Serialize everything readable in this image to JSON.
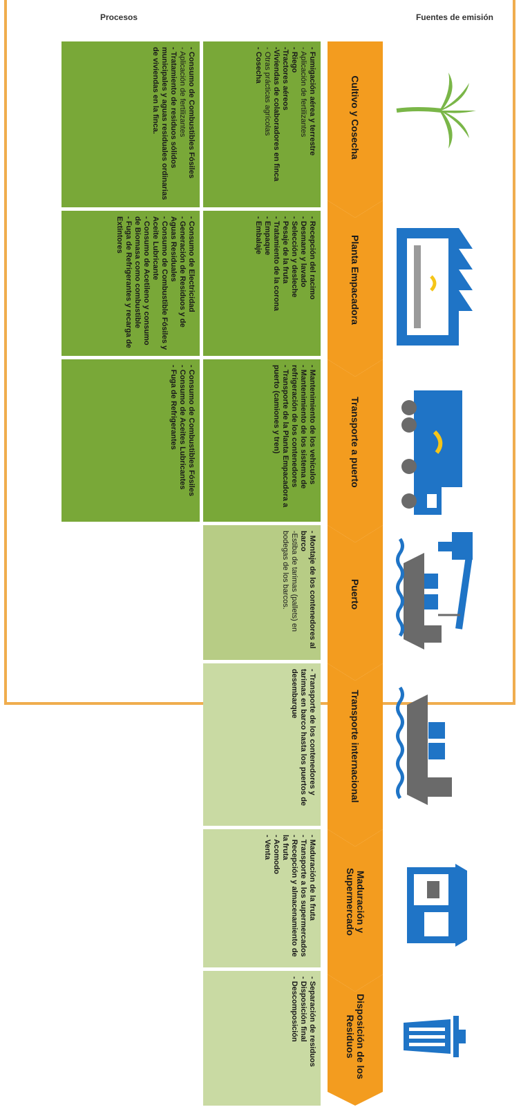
{
  "headers": {
    "fuentes": "Fuentes de emisión",
    "procesos": "Procesos"
  },
  "colors": {
    "arrow": "#f39c1f",
    "dark_green": "#79a838",
    "light_green": "#b7cc85",
    "frame": "#f0ad4e",
    "icon_blue": "#1f74c6",
    "icon_green": "#7ab648",
    "icon_gray": "#6a6a6a"
  },
  "stages": [
    {
      "label": "Cultivo y Cosecha",
      "icon": "palm-tree-icon"
    },
    {
      "label": "Planta Empacadora",
      "icon": "packing-plant-icon"
    },
    {
      "label": "Transporte a puerto",
      "icon": "truck-icon"
    },
    {
      "label": "Puerto",
      "icon": "port-crane-icon"
    },
    {
      "label": "Transporte internacional",
      "icon": "cargo-ship-icon"
    },
    {
      "label": "Maduración y Supermercado",
      "icon": "supermarket-icon"
    },
    {
      "label": "Disposición de los Residuos",
      "icon": "trash-can-icon"
    }
  ],
  "procesos": [
    [
      "- Fumigación aérea y terrestre",
      "- Aplicación de fertilizantes",
      "- Riego",
      "-Tractores aéreos",
      "-Viviendas de colaboradores en finca",
      "- Otras prácticas agrícolas",
      "- Cosecha"
    ],
    [
      "- Recepción del racimo",
      "- Desmane y lavado",
      "- Selección y desleche",
      "- Pesaje de la fruta",
      "- Tratamiento de la corona",
      "- Empaque",
      "- Embalaje"
    ],
    [
      "- Mantenimiento de los vehículos",
      "- Mantenimiento de los sistema de refrigeración de los contenedores",
      "- Transporte de la Planta Empacadora a puerto (camiones y tren)"
    ],
    [
      "- Montaje de los contenedores al barco",
      "-Estiba de tarimas (pallets) en bodegas de los barcos."
    ],
    [
      "- Transporte de los contenedores y tarimas en barco hasta los puertos de desembarque"
    ],
    [
      "- Maduración de la fruta",
      "- Transporte a los supermercados",
      "- Recepción y almacenamiento de la fruta",
      "- Acomodo",
      "- Venta"
    ],
    [
      "- Separación de residuos",
      "- Disposición final",
      "- Descomposición"
    ]
  ],
  "fuentes": [
    [
      "- Consumo de Combustibles Fósiles",
      "- Aplicación de fertilizantes",
      "- Tratamiento de residuos sólidos municipales y aguas residuales ordinarias de viviendas en la finca."
    ],
    [
      "- Consumo de Electricidad",
      "- Generación de Residuos y de Aguas Residuales",
      "- Consumo de Combustible Fósiles y Aceite Lubricante",
      "- Consumo de Acetileno y consumo de Biomasa como combustible",
      "- Fuga de Refrigerantes y recarga de Extintores"
    ],
    [
      "- Consumo de Combustibles Fósiles",
      "- Consumo de Aceites Lubricantes",
      "- Fuga de Refrigerantes"
    ]
  ]
}
